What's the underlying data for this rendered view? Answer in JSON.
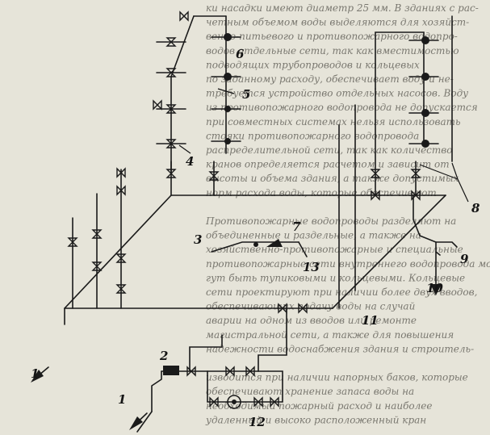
{
  "background_text": [
    "ки насадки имеют диаметр 25 мм. В зданиях с рас-",
    "четным объемом воды выделяются для хозяйст-",
    "венно-питьевого и противопожарного водопро-",
    "водов отдельные сети, так как вместимостью",
    "подводящих трубопроводов и кольцевых",
    "по заданному расходу, обеспечивает воду и не-",
    "требуется устройство отдельных насосов. Воду",
    "из противопожарного водопровода не допускается",
    "при совместных системах нельзя использовать",
    "стояки противопожарного водопровода",
    "распределительной сети, так как количество",
    "кранов определяется расчетом и зависит от",
    "высоты и объема здания, а также допустимых",
    "норм расхода воды, которые обеспечивают",
    "",
    "Противопожарные водопроводы разделяют на",
    "объединенные и раздельные, а также на",
    "хозяйственно-противопожарные и специальные",
    "противопожарные сети внутреннего водопровода мо-",
    "гут быть тупиковыми и кольцевыми. Кольцевые",
    "сети проектируют при наличии более двух вводов,",
    "обеспечивающих подачу воды на случай",
    "аварии на одном из вводов или ремонте",
    "магистральной сети, а также для повышения",
    "надежности водоснабжения здания и строитель-",
    "",
    "изводится при наличии напорных баков, которые",
    "обеспечивают хранение запаса воды на",
    "необходимый пожарный расход и наиболее",
    "удаленный и высоко расположенный кран"
  ],
  "labels": [
    {
      "key": "1a",
      "text": "1"
    },
    {
      "key": "1b",
      "text": "1"
    },
    {
      "key": "2",
      "text": "2"
    },
    {
      "key": "3",
      "text": "3"
    },
    {
      "key": "4",
      "text": "4"
    },
    {
      "key": "5",
      "text": "5"
    },
    {
      "key": "6",
      "text": "6"
    },
    {
      "key": "7",
      "text": "7"
    },
    {
      "key": "8",
      "text": "8"
    },
    {
      "key": "9",
      "text": "9"
    },
    {
      "key": "10",
      "text": "10"
    },
    {
      "key": "11",
      "text": "11"
    },
    {
      "key": "12",
      "text": "12"
    },
    {
      "key": "13",
      "text": "13"
    }
  ],
  "colors": {
    "paper": "#e6e4d9",
    "ink": "#1a1a1a",
    "faded_text": "#7a7870"
  }
}
